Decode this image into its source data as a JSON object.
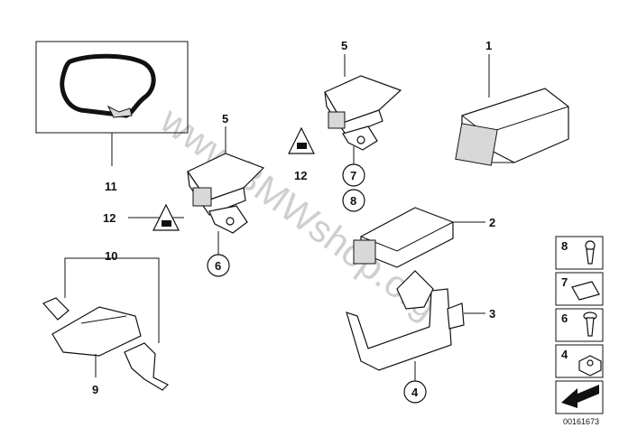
{
  "watermark": "www.BMWshop.org",
  "labels": {
    "p1": "1",
    "p2": "2",
    "p3": "3",
    "p4": "4",
    "p5a": "5",
    "p5b": "5",
    "p6": "6",
    "p7": "7",
    "p8": "8",
    "p9": "9",
    "p10": "10",
    "p11": "11",
    "p12a": "12",
    "p12b": "12"
  },
  "legend": {
    "r8": "8",
    "r7": "7",
    "r6": "6",
    "r4": "4"
  },
  "diagram_number": "00161673",
  "icons": [
    "tire-outline-icon",
    "warning-triangle-icon",
    "tpms-sensor-icon",
    "screw-icon",
    "clip-nut-icon",
    "expanding-rivet-icon",
    "hex-nut-icon",
    "arrow-icon"
  ]
}
